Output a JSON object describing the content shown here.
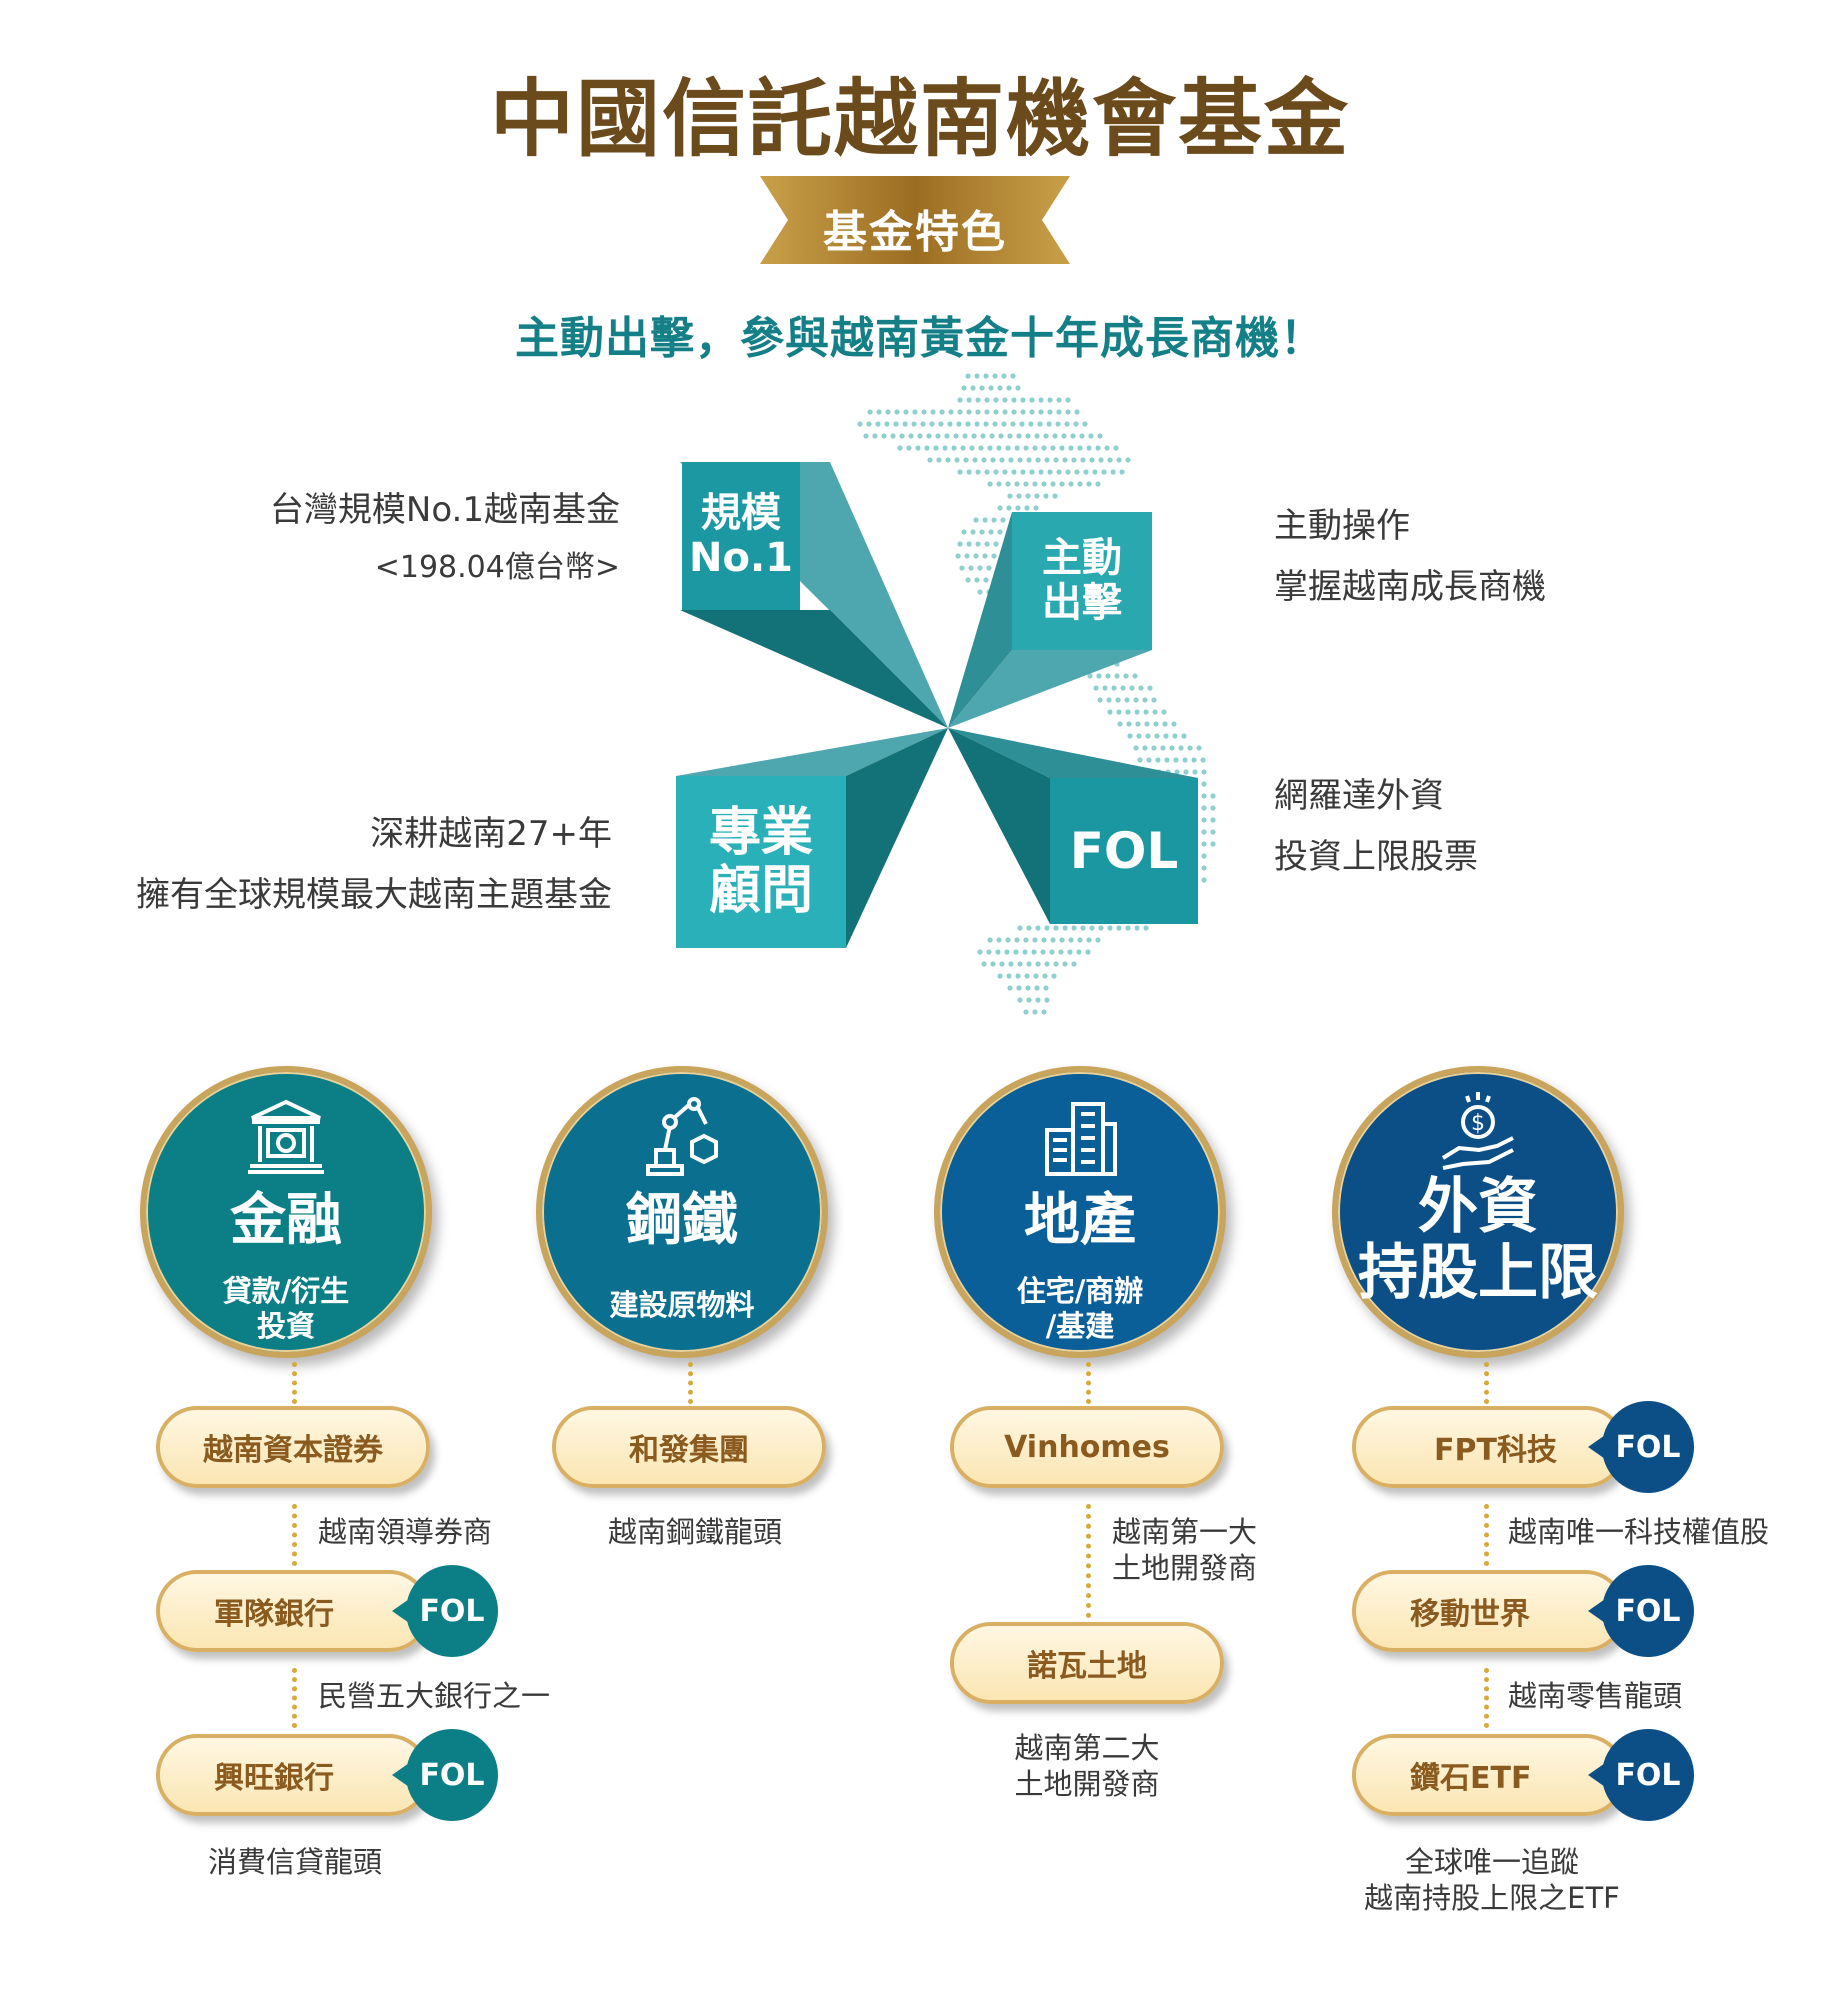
{
  "header": {
    "title": "中國信託越南機會基金",
    "ribbon": "基金特色",
    "slogan": "主動出擊，參與越南黃金十年成長商機！"
  },
  "features": {
    "top_left": {
      "box_line1": "規模",
      "box_line2": "No.1",
      "text_line1": "台灣規模No.1越南基金",
      "text_line2": "<198.04億台幣>"
    },
    "top_right": {
      "box_line1": "主動",
      "box_line2": "出擊",
      "text_line1": "主動操作",
      "text_line2": "掌握越南成長商機"
    },
    "bottom_left": {
      "box_line1": "專業",
      "box_line2": "顧問",
      "text_line1": "深耕越南27+年",
      "text_line2": "擁有全球規模最大越南主題基金"
    },
    "bottom_right": {
      "box_line1": "FOL",
      "text_line1": "網羅達外資",
      "text_line2": "投資上限股票"
    }
  },
  "colors": {
    "teal_front": "#1b9aa3",
    "teal_side": "#3aa6ae",
    "teal_dark": "#137278",
    "gold": "#c9a45c",
    "title_brown": "#6b4a1c",
    "slogan_teal": "#147f86"
  },
  "sectors": [
    {
      "icon": "bank-icon",
      "title": "金融",
      "subtitle_line1": "貸款/衍生",
      "subtitle_line2": "投資",
      "color": "#0c7f86",
      "companies": [
        {
          "name": "越南資本證券",
          "fol": "",
          "desc_line1": "越南領導券商"
        },
        {
          "name": "軍隊銀行",
          "fol": "FOL",
          "desc_line1": "民營五大銀行之一"
        },
        {
          "name": "興旺銀行",
          "fol": "FOL",
          "desc_line1": "消費信貸龍頭"
        }
      ]
    },
    {
      "icon": "robot-arm-icon",
      "title": "鋼鐵",
      "subtitle_line1": "建設原物料",
      "color": "#0b6f8f",
      "companies": [
        {
          "name": "和發集團",
          "fol": "",
          "desc_line1": "越南鋼鐵龍頭"
        }
      ]
    },
    {
      "icon": "buildings-icon",
      "title": "地產",
      "subtitle_line1": "住宅/商辦",
      "subtitle_line2": "/基建",
      "color": "#0a5f98",
      "companies": [
        {
          "name": "Vinhomes",
          "fol": "",
          "desc_line1": "越南第一大",
          "desc_line2": "土地開發商"
        },
        {
          "name": "諾瓦土地",
          "fol": "",
          "desc_line1": "越南第二大",
          "desc_line2": "土地開發商"
        }
      ]
    },
    {
      "icon": "money-hand-icon",
      "title_line1": "外資",
      "title_line2": "持股上限",
      "color": "#0b4f86",
      "companies": [
        {
          "name": "FPT科技",
          "fol": "FOL",
          "desc_line1": "越南唯一科技權值股"
        },
        {
          "name": "移動世界",
          "fol": "FOL",
          "desc_line1": "越南零售龍頭"
        },
        {
          "name": "鑽石ETF",
          "fol": "FOL",
          "desc_line1": "全球唯一追蹤",
          "desc_line2": "越南持股上限之ETF"
        }
      ]
    }
  ]
}
